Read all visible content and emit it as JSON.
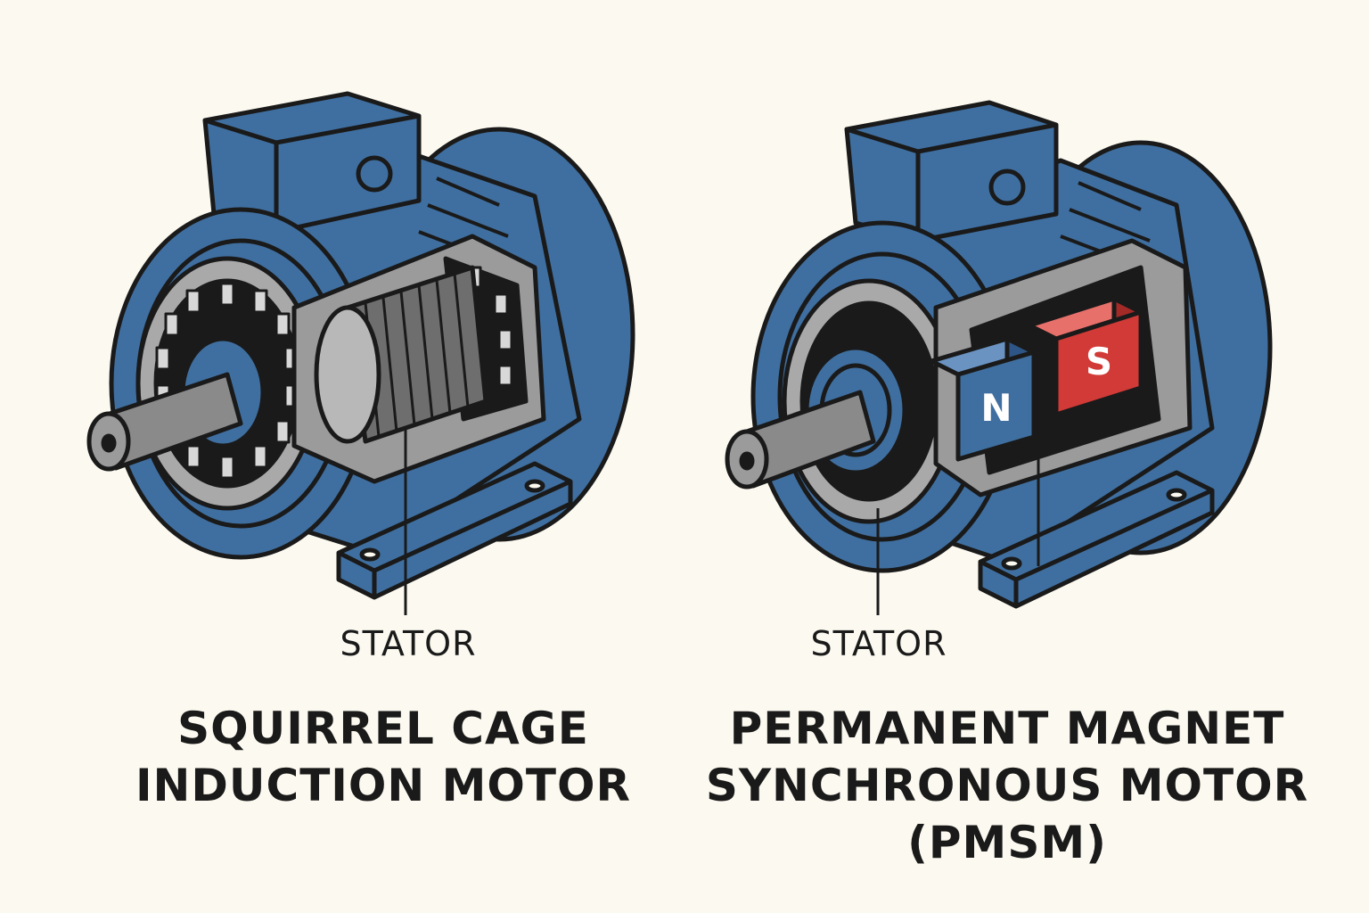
{
  "colors": {
    "background": "#fcfaf0",
    "housing_blue": "#3f6fa0",
    "outline": "#1a1a1a",
    "core_gray": "#9b9b9b",
    "magnet_red": "#d13a36"
  },
  "left_motor": {
    "stator_label": "STATOR",
    "title_line1": "SQUIRREL CAGE",
    "title_line2": "INDUCTION MOTOR"
  },
  "right_motor": {
    "stator_label": "STATOR",
    "magnet_north": "N",
    "magnet_south": "S",
    "title_line1": "PERMANENT MAGNET",
    "title_line2": "SYNCHRONOUS MOTOR",
    "title_line3": "(PMSM)"
  }
}
